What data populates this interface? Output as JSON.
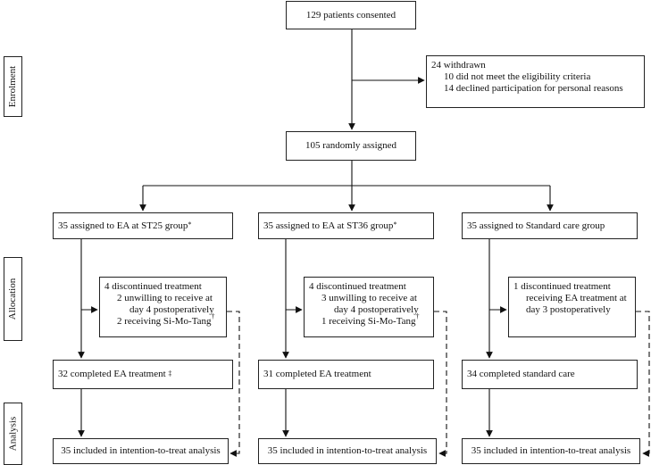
{
  "side_labels": {
    "enrolment": "Enrolment",
    "allocation": "Allocation",
    "analysis": "Analysis"
  },
  "consented": "129 patients consented",
  "withdrawn": {
    "title": "24 withdrawn",
    "reason1": "10 did not meet the eligibility criteria",
    "reason2": "14 declined participation for personal reasons"
  },
  "randomized": "105 randomly assigned",
  "groups": [
    {
      "assigned": "35 assigned to EA at ST25 group",
      "assigned_mark": "*",
      "discontinued": {
        "title": "4 discontinued treatment",
        "line1": "2 unwilling to receive at",
        "line2": "day 4 postoperatively",
        "line3": "2 receiving Si-Mo-Tang",
        "line3_mark": "†"
      },
      "completed": "32 completed EA treatment",
      "completed_mark": "‡",
      "analysis": "35 included in intention-to-treat analysis"
    },
    {
      "assigned": "35 assigned to EA at ST36 group",
      "assigned_mark": "*",
      "discontinued": {
        "title": "4 discontinued treatment",
        "line1": "3 unwilling to receive at",
        "line2": "day 4 postoperatively",
        "line3": "1 receiving Si-Mo-Tang",
        "line3_mark": "†"
      },
      "completed": "31 completed EA treatment",
      "completed_mark": "",
      "analysis": "35 included in intention-to-treat analysis"
    },
    {
      "assigned": "35 assigned to Standard care group",
      "assigned_mark": "",
      "discontinued": {
        "title": "1 discontinued treatment",
        "line1": "receiving EA treatment at",
        "line2": "day 3 postoperatively",
        "line3": "",
        "line3_mark": ""
      },
      "completed": "34 completed standard care",
      "completed_mark": "",
      "analysis": "35 included in intention-to-treat analysis"
    }
  ]
}
